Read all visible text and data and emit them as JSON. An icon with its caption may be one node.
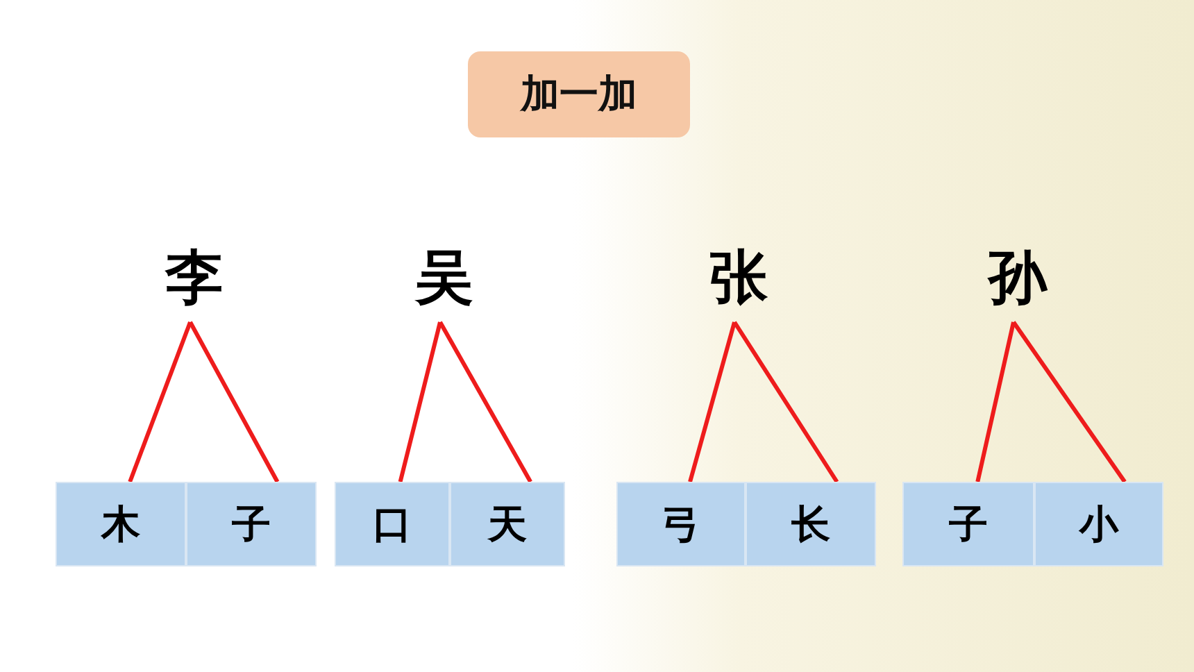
{
  "diagram": {
    "title": "加一加",
    "nodes": [
      {
        "text": [
          "李"
        ]
      },
      {
        "text": [
          "吴"
        ]
      },
      {
        "text": [
          "张"
        ]
      },
      {
        "text": [
          "孙"
        ]
      },
      {
        "text": [
          "木"
        ]
      },
      {
        "text": [
          "子"
        ]
      },
      {
        "text": [
          "口"
        ]
      },
      {
        "text": [
          "天"
        ]
      },
      {
        "text": [
          "弓"
        ]
      },
      {
        "text": [
          "长"
        ]
      },
      {
        "text": [
          "子"
        ]
      },
      {
        "text": [
          "小"
        ]
      }
    ],
    "edges": [
      {
        "from": 0,
        "to": 4,
        "arrow": "none",
        "color": "#ee1c1c"
      },
      {
        "from": 0,
        "to": 5,
        "arrow": "none",
        "color": "#ee1c1c"
      },
      {
        "from": 1,
        "to": 6,
        "arrow": "none",
        "color": "#ee1c1c"
      },
      {
        "from": 1,
        "to": 7,
        "arrow": "none",
        "color": "#ee1c1c"
      },
      {
        "from": 2,
        "to": 8,
        "arrow": "none",
        "color": "#ee1c1c"
      },
      {
        "from": 2,
        "to": 9,
        "arrow": "none",
        "color": "#ee1c1c"
      },
      {
        "from": 3,
        "to": 10,
        "arrow": "none",
        "color": "#ee1c1c"
      },
      {
        "from": 3,
        "to": 11,
        "arrow": "none",
        "color": "#ee1c1c"
      }
    ]
  }
}
